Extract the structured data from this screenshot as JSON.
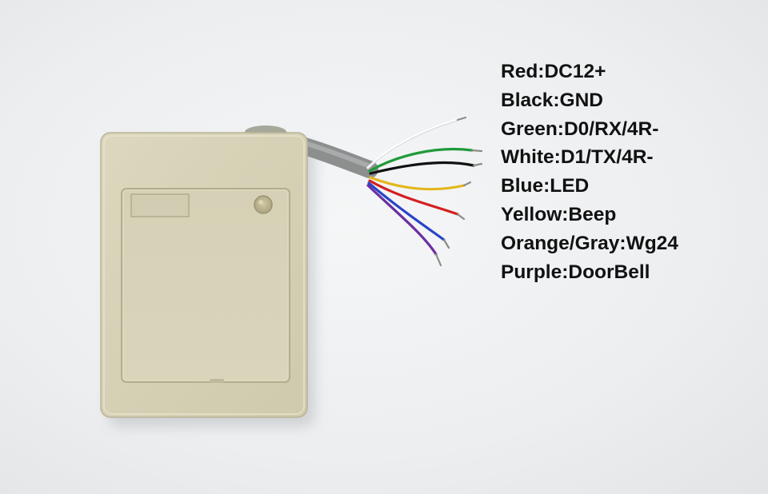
{
  "wiring_legend": [
    {
      "text": "Red:DC12+",
      "wire_color": "#d42020"
    },
    {
      "text": "Black:GND",
      "wire_color": "#111111"
    },
    {
      "text": "Green:D0/RX/4R-",
      "wire_color": "#1f9a3a"
    },
    {
      "text": "White:D1/TX/4R-",
      "wire_color": "#ffffff"
    },
    {
      "text": "Blue:LED",
      "wire_color": "#2a44c8"
    },
    {
      "text": "Yellow:Beep",
      "wire_color": "#e3b61a"
    },
    {
      "text": "Orange/Gray:Wg24",
      "wire_color": "#9a9a9a"
    },
    {
      "text": "Purple:DoorBell",
      "wire_color": "#6b2fa0"
    }
  ],
  "colors": {
    "background": "#eceef0",
    "reader_body": "#d8d3b8",
    "cable_jacket": "#9ea0a0",
    "led": "#bdb590"
  }
}
